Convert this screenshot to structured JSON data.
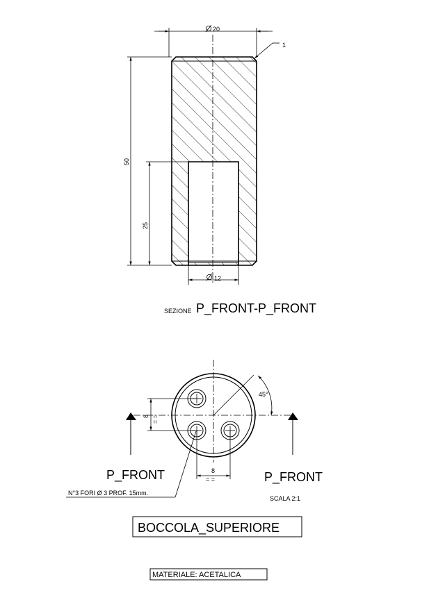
{
  "section_view": {
    "dim_outer_diameter": "20",
    "leader_number": "1",
    "dim_length": "50",
    "dim_hole_depth": "25",
    "dim_hole_diameter": "12",
    "section_label_small": "SEZIONE",
    "section_label": "P_FRONT-P_FRONT"
  },
  "top_view": {
    "angle_label": "45°",
    "dim_vertical": "8",
    "equal_mark": "= =",
    "dim_horizontal": "8",
    "cut_label_left": "P_FRONT",
    "cut_label_right": "P_FRONT",
    "hole_note": "N°3 FORI Ø 3 PROF. 15mm.",
    "scale": "SCALA 2:1"
  },
  "title_block": {
    "part_name": "BOCCOLA_SUPERIORE",
    "material": "MATERIALE: ACETALICA"
  },
  "icons": {
    "diameter_symbol": "diameter-icon",
    "cut_arrow": "section-arrow-icon"
  }
}
